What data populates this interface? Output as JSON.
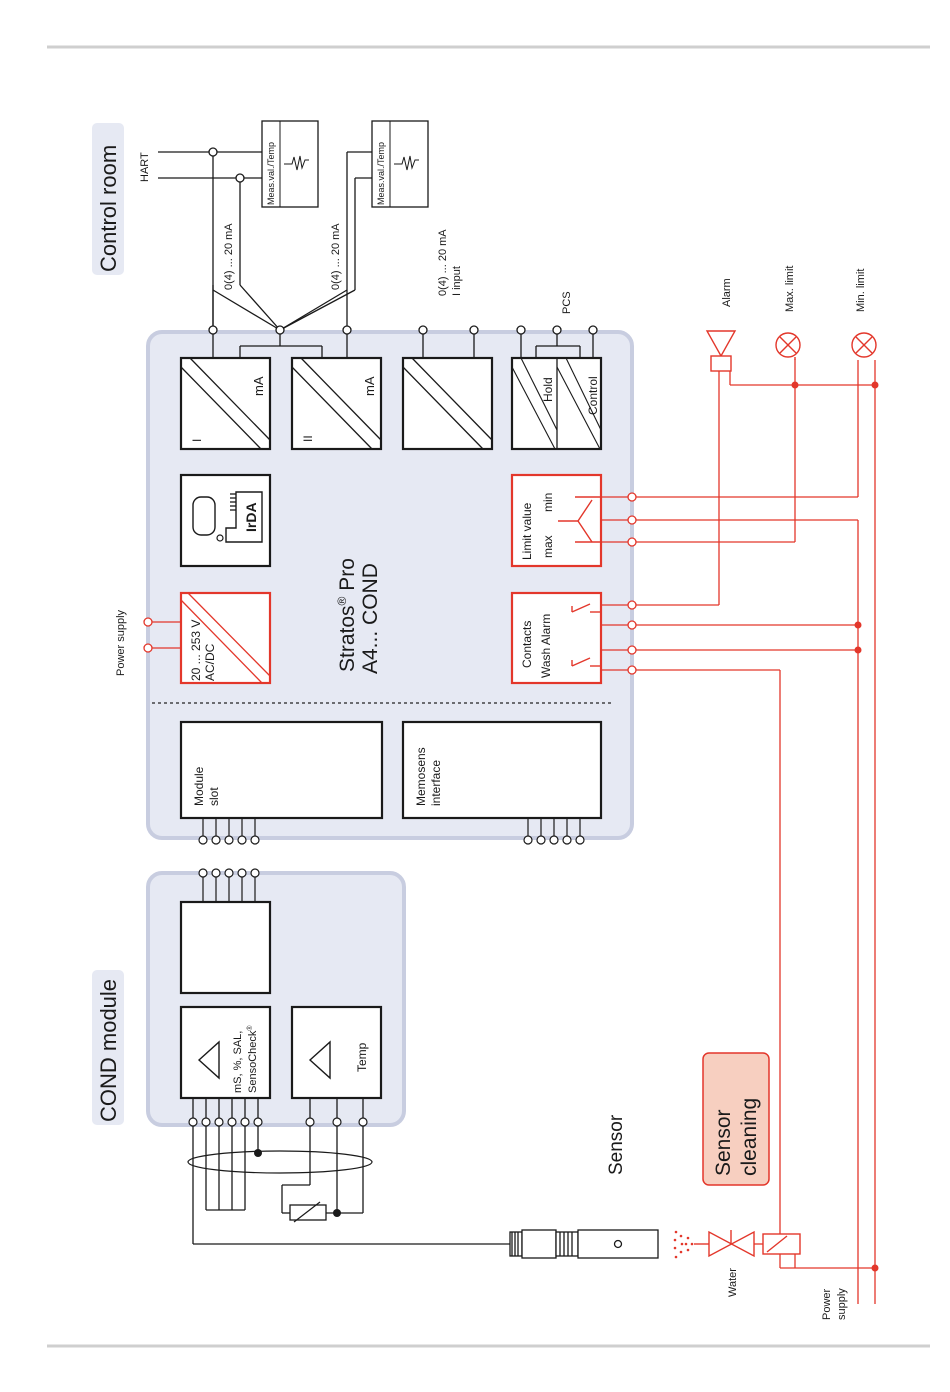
{
  "control_room": {
    "title": "Control room",
    "hart": "HART"
  },
  "recorders": {
    "label": "Meas.val./Temp"
  },
  "outputs": {
    "current_1": "0(4) ... 20 mA",
    "current_2": "0(4) ... 20 mA",
    "input_line1": "0(4) ... 20 mA",
    "input_line2": "I input",
    "pcs": "PCS",
    "alarm": "Alarm",
    "max_limit": "Max. limit",
    "min_limit": "Min. limit"
  },
  "device": {
    "name_line1": "Stratos",
    "name_reg": "®",
    "name_pro": " Pro",
    "name_line2": "A4... COND",
    "out1_label": "mA",
    "out1_num": "I",
    "out2_label": "mA",
    "out2_num": "II",
    "hold": "Hold",
    "control": "Control",
    "irda": "IrDA",
    "power_supply": "Power supply",
    "psu_line1": "20 ... 253 V",
    "psu_line2": "AC/DC",
    "limit_line1": "Limit value",
    "limit_max": "max",
    "limit_min": "min",
    "contacts_line1": "Contacts",
    "contacts_line2": "Wash Alarm",
    "module_line1": "Module",
    "module_line2": "slot",
    "memosens_line1": "Memosens",
    "memosens_line2": "interface"
  },
  "cond_module": {
    "title": "COND module",
    "meas_line1": "mS, %, SAL,",
    "meas_line2": "SensoCheck",
    "meas_reg": "®",
    "temp": "Temp"
  },
  "field": {
    "sensor": "Sensor",
    "cleaning_line1": "Sensor",
    "cleaning_line2": "cleaning",
    "water": "Water",
    "ps_line1": "Power",
    "ps_line2": "supply"
  },
  "colors": {
    "red": "#e3372b",
    "panel": "#e6e9f3",
    "panel_border": "#c8cde0",
    "cleaning_fill": "#f7cfc0"
  }
}
